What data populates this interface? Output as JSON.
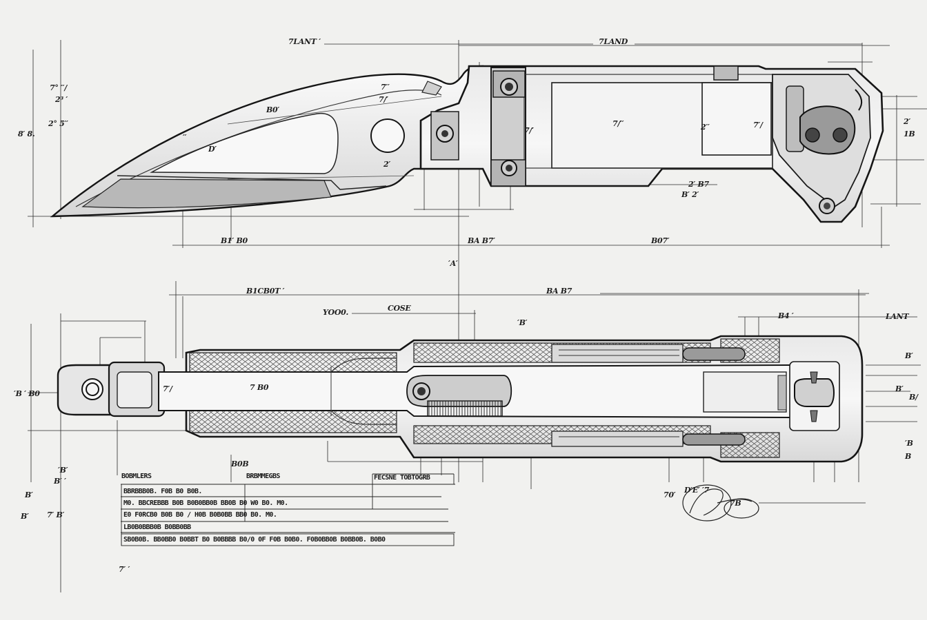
{
  "top_view": {
    "labels": {
      "overall_a": "7LANT ′",
      "overall_b": "7LAND",
      "left_a": "7° ′′/",
      "left_b": "2³ ′",
      "left_c": "2° 5′′",
      "left_d": "8′ 8.",
      "blade_a": "B0′",
      "blade_b": "7′′",
      "blade_c": "7/′",
      "blade_d": "D′",
      "blade_e": "′′",
      "blade_f": "2′",
      "handle_a": "7/′",
      "handle_b": "7/′′",
      "handle_c": "2′′",
      "handle_d": "7′/",
      "right_a": "2′",
      "right_b": "1B",
      "mid_a": "2′ B7",
      "mid_b": "B′ 2′",
      "bottom_a": "B1′ B0",
      "bottom_b": "BA B7′",
      "bottom_c": "B07′",
      "center": "′A′"
    }
  },
  "side_view": {
    "labels": {
      "top_a": "B1CB0T ′",
      "top_b": "BA B7",
      "yoo": "YOO0.",
      "cose": "COSE",
      "mid_a": "′B′",
      "right_a": "B4 ′",
      "right_b": "LANT",
      "left_dim": "′B ′ B0",
      "inner_a": "7′/",
      "inner_b": "7 B0",
      "r1": "B′",
      "r2": "B′",
      "r3": "B/",
      "r4": "′B",
      "r5": "B",
      "lower_a": "′B′",
      "lower_b": "B′ ′",
      "lower_c": "B′",
      "lower_d": "7′ B′",
      "lower_e": "B0B",
      "bottom": "7′ ′",
      "sig_a": "70′",
      "sig_b": "D′E′ ′7",
      "sig_c": "7B"
    }
  },
  "spec_table": {
    "header_left": "BOBMLERS",
    "header_mid": "BRBMMEGBS",
    "header_right": "FECSNE TOBTOGRB",
    "rows": [
      "BBRBBB0B.   F0B B0   B0B.",
      "M0.  BBCREBBB B0B  B0B0BB0B BB0B B0 W0 B0.   M0.",
      "E0  F0RCB0 B0B B0 /   H0B    B0B0BB BB0 B0.   M0.",
      "LB0B0BBB0B B0BB0BB",
      "SB0B0B. BB0BB0 B0BBT B0  B0BBBB B0/0 0F F0B B0B0. F0B0BB0B B0BB0B. B0B0"
    ]
  },
  "colors": {
    "paper": "#f1f1ef",
    "ink": "#1e1e1e",
    "shade": "#bdbdbd",
    "light_fill": "#fafafa"
  }
}
